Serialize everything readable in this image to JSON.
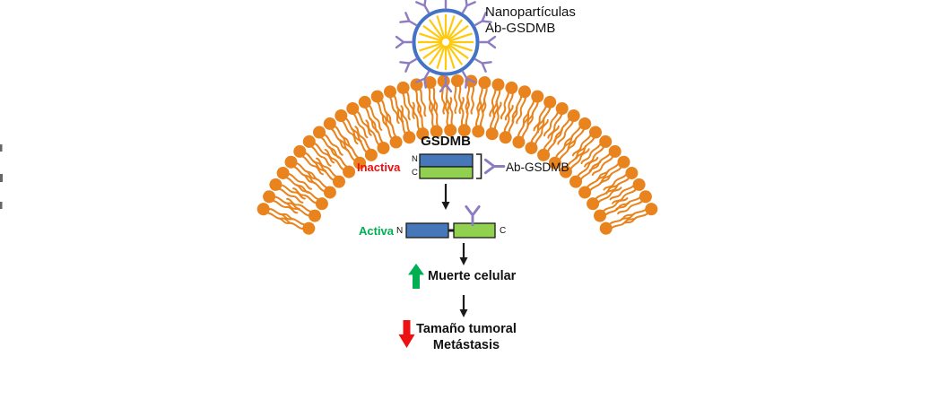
{
  "labels": {
    "nanoparticle_line1": "Nanopartículas",
    "nanoparticle_line2": "Ab-GSDMB",
    "protein_title": "GSDMB",
    "inactive_state": "Inactiva",
    "active_state": "Activa",
    "antibody": "Ab-GSDMB",
    "n_terminus": "N",
    "c_terminus": "C",
    "cell_death": "Muerte celular",
    "tumor_size": "Tamaño tumoral",
    "metastasis": "Metástasis"
  },
  "colors": {
    "lipid": "#E8831D",
    "nanoparticle_ring": "#4472C4",
    "nanoparticle_rays": "#FFC90E",
    "antibody": "#8E7CC3",
    "domain_n": "#4677B8",
    "domain_c": "#92D050",
    "outline": "#1A1A1A",
    "inactive_text": "#EE1111",
    "active_text": "#00B050",
    "up_arrow": "#00B050",
    "down_arrow": "#EE1111",
    "text": "#111111"
  }
}
